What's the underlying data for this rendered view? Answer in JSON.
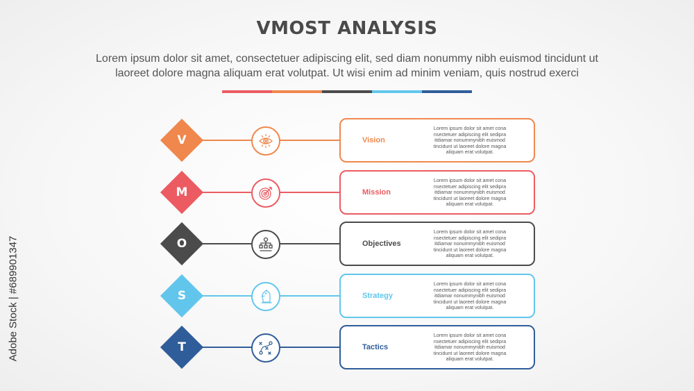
{
  "title": "VMOST ANALYSIS",
  "subtitle_line1": "Lorem ipsum dolor sit amet, consectetuer adipiscing elit, sed diam nonummy nibh euismod tincidunt ut",
  "subtitle_line2": "laoreet dolore magna aliquam erat volutpat. Ut wisi enim ad minim veniam, quis nostrud exerci",
  "colors": {
    "orange": "#f0874d",
    "red": "#ec5b62",
    "dark": "#4b4b4b",
    "lightblue": "#62c6ec",
    "navy": "#2f5d9a",
    "bar": [
      "#ec5b62",
      "#f0874d",
      "#4b4b4b",
      "#62c6ec",
      "#2f5d9a"
    ]
  },
  "watermark": "Adobe Stock | #689901347",
  "items": [
    {
      "letter": "V",
      "label": "Vision",
      "icon": "eye-icon",
      "color": "#f0874d",
      "desc": [
        "Lorem ipsum dolor sit amet cona",
        "nsectetuer adipiscing elit sedipra",
        "itdiamar nonummynibh euismod",
        "tincidunt ut laoreet dolore magna",
        "aliquam erat volutpat."
      ]
    },
    {
      "letter": "M",
      "label": "Mission",
      "icon": "target-icon",
      "color": "#ec5b62",
      "desc": [
        "Lorem ipsum dolor sit amet cona",
        "nsectetuer adipiscing elit sedipra",
        "itdiamar nonummynibh euismod",
        "tincidunt ut laoreet dolore magna",
        "aliquam erat volutpat."
      ]
    },
    {
      "letter": "O",
      "label": "Objectives",
      "icon": "hierarchy-target-icon",
      "color": "#4b4b4b",
      "desc": [
        "Lorem ipsum dolor sit amet cona",
        "nsectetuer adipiscing elit sedipra",
        "itdiamar nonummynibh euismod",
        "tincidunt ut laoreet dolore magna",
        "aliquam erat volutpat."
      ]
    },
    {
      "letter": "S",
      "label": "Strategy",
      "icon": "chess-knight-icon",
      "color": "#62c6ec",
      "desc": [
        "Lorem ipsum dolor sit amet cona",
        "nsectetuer adipiscing elit sedipra",
        "itdiamar nonummynibh euismod",
        "tincidunt ut laoreet dolore magna",
        "aliquam erat volutpat."
      ]
    },
    {
      "letter": "T",
      "label": "Tactics",
      "icon": "tactics-plan-icon",
      "color": "#2f5d9a",
      "desc": [
        "Lorem ipsum dolor sit amet cona",
        "nsectetuer adipiscing elit sedipra",
        "itdiamar nonummynibh euismod",
        "tincidunt ut laoreet dolore magna",
        "aliquam erat volutpat."
      ]
    }
  ]
}
